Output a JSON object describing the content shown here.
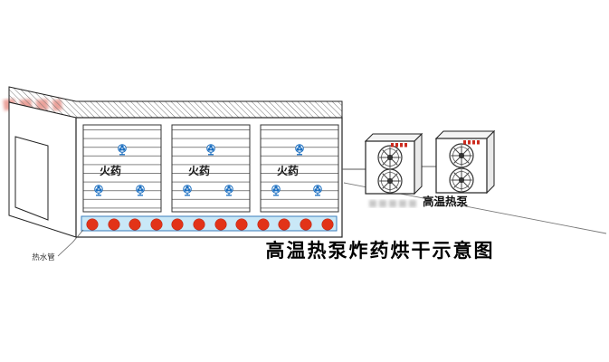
{
  "diagram": {
    "title": "高温热泵炸药烘干示意图",
    "room": {
      "racks": [
        {
          "label": "火药"
        },
        {
          "label": "火药"
        },
        {
          "label": "火药"
        }
      ],
      "hot_water_pipe_label": "热水管"
    },
    "heat_pump": {
      "label": "高温热泵",
      "unit_count": "2"
    },
    "colors": {
      "fan_blue": "#1a6ec0",
      "dot_red": "#e23318",
      "pipe_fill": "#c9e8f7",
      "pipe_stroke": "#3a7dbb",
      "logo_red": "#cc2a1e"
    }
  }
}
